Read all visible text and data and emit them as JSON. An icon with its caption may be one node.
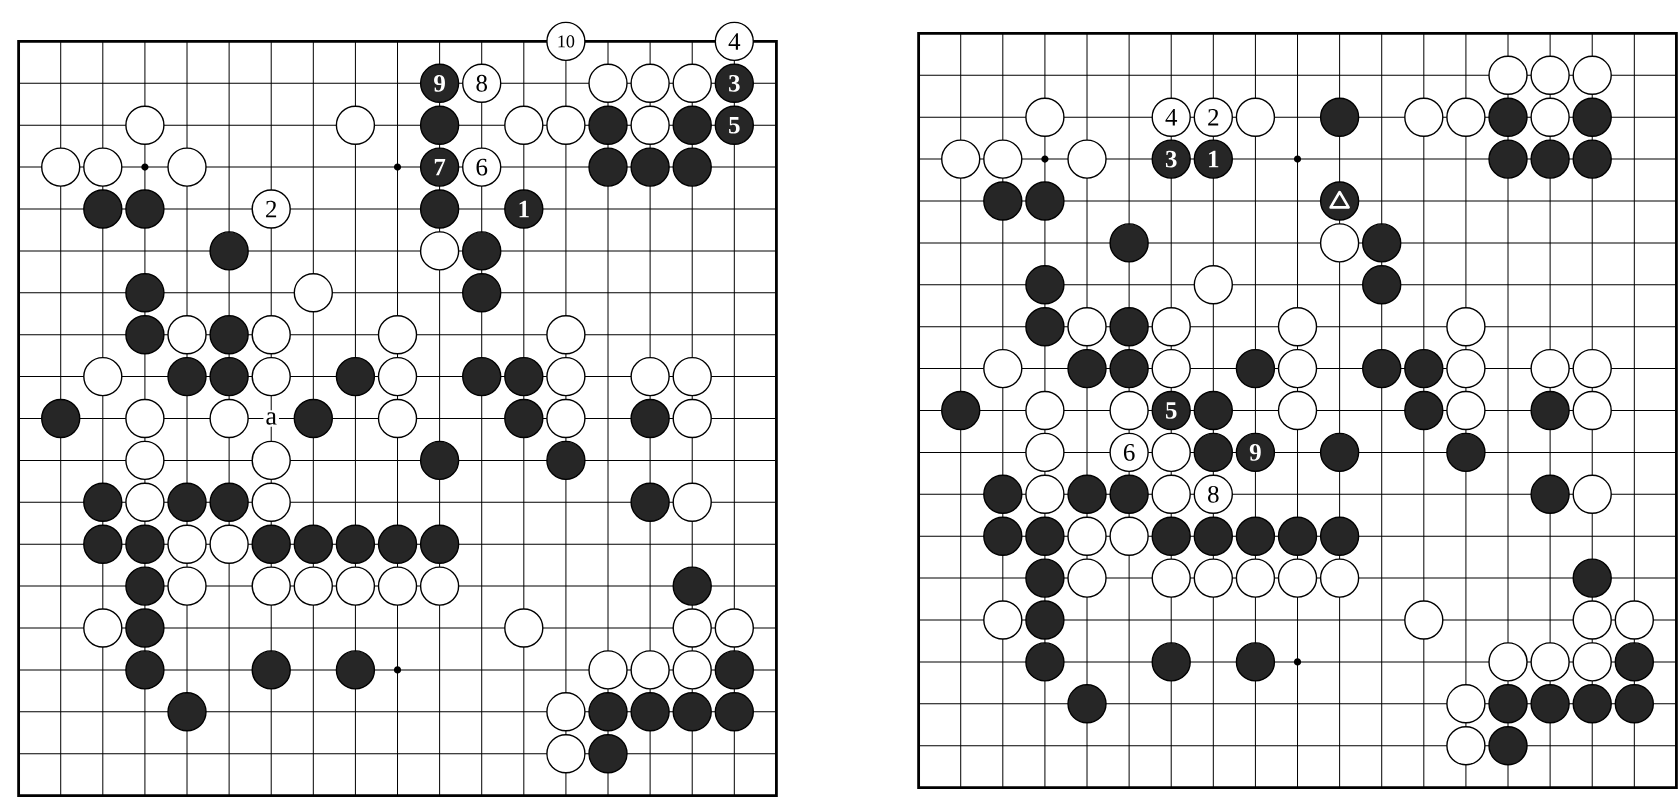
{
  "diagram": {
    "nodes": [
      {
        "text": [
          "10"
        ]
      },
      {
        "text": [
          "4"
        ]
      },
      {
        "text": [
          "9"
        ]
      },
      {
        "text": [
          "8"
        ]
      },
      {
        "text": [],
        "shape": "circle"
      },
      {
        "text": [],
        "shape": "circle"
      },
      {
        "text": [],
        "shape": "circle"
      },
      {
        "text": [
          "3"
        ]
      },
      {
        "text": [],
        "shape": "circle"
      },
      {
        "text": [],
        "shape": "circle"
      },
      {
        "text": [],
        "shape": "circle"
      },
      {
        "text": [],
        "shape": "circle"
      },
      {
        "text": [],
        "shape": "circle"
      },
      {
        "text": [],
        "shape": "circle"
      },
      {
        "text": [],
        "shape": "circle"
      },
      {
        "text": [],
        "shape": "circle"
      },
      {
        "text": [
          "5"
        ]
      },
      {
        "text": [],
        "shape": "circle"
      },
      {
        "text": [],
        "shape": "circle"
      },
      {
        "text": [],
        "shape": "circle"
      },
      {
        "text": [
          "7"
        ]
      },
      {
        "text": [
          "6"
        ]
      },
      {
        "text": [],
        "shape": "circle"
      },
      {
        "text": [],
        "shape": "circle"
      },
      {
        "text": [],
        "shape": "circle"
      },
      {
        "text": [],
        "shape": "circle"
      },
      {
        "text": [],
        "shape": "circle"
      },
      {
        "text": [
          "2"
        ]
      },
      {
        "text": [],
        "shape": "circle"
      },
      {
        "text": [
          "1"
        ]
      },
      {
        "text": [],
        "shape": "circle"
      },
      {
        "text": [],
        "shape": "circle"
      },
      {
        "text": [],
        "shape": "circle"
      },
      {
        "text": [],
        "shape": "circle"
      },
      {
        "text": [],
        "shape": "circle"
      },
      {
        "text": [],
        "shape": "circle"
      },
      {
        "text": [],
        "shape": "circle"
      },
      {
        "text": [],
        "shape": "circle"
      },
      {
        "text": [],
        "shape": "circle"
      },
      {
        "text": [],
        "shape": "circle"
      },
      {
        "text": [],
        "shape": "circle"
      },
      {
        "text": [],
        "shape": "circle"
      },
      {
        "text": [],
        "shape": "circle"
      },
      {
        "text": [],
        "shape": "circle"
      },
      {
        "text": [],
        "shape": "circle"
      },
      {
        "text": [],
        "shape": "circle"
      },
      {
        "text": [],
        "shape": "circle"
      },
      {
        "text": [],
        "shape": "circle"
      },
      {
        "text": [],
        "shape": "circle"
      },
      {
        "text": [],
        "shape": "circle"
      },
      {
        "text": [],
        "shape": "circle"
      },
      {
        "text": [],
        "shape": "circle"
      },
      {
        "text": [],
        "shape": "circle"
      },
      {
        "text": [],
        "shape": "circle"
      },
      {
        "text": [],
        "shape": "circle"
      },
      {
        "text": [],
        "shape": "circle"
      },
      {
        "text": [],
        "shape": "circle"
      },
      {
        "text": [],
        "shape": "circle"
      },
      {
        "text": [],
        "shape": "circle"
      },
      {
        "text": [],
        "shape": "circle"
      },
      {
        "text": [],
        "shape": "circle"
      },
      {
        "text": [],
        "shape": "circle"
      },
      {
        "text": [],
        "shape": "circle"
      },
      {
        "text": [],
        "shape": "circle"
      },
      {
        "text": [],
        "shape": "circle"
      },
      {
        "text": [],
        "shape": "circle"
      },
      {
        "text": [],
        "shape": "circle"
      },
      {
        "text": [],
        "shape": "circle"
      },
      {
        "text": [],
        "shape": "circle"
      },
      {
        "text": [],
        "shape": "circle"
      },
      {
        "text": [],
        "shape": "circle"
      },
      {
        "text": [],
        "shape": "circle"
      },
      {
        "text": [],
        "shape": "circle"
      },
      {
        "text": [],
        "shape": "circle"
      },
      {
        "text": [],
        "shape": "circle"
      },
      {
        "text": [],
        "shape": "circle"
      },
      {
        "text": [],
        "shape": "circle"
      },
      {
        "text": [],
        "shape": "circle"
      },
      {
        "text": [],
        "shape": "circle"
      },
      {
        "text": [],
        "shape": "circle"
      },
      {
        "text": [],
        "shape": "circle"
      },
      {
        "text": [],
        "shape": "circle"
      },
      {
        "text": [],
        "shape": "circle"
      },
      {
        "text": [],
        "shape": "circle"
      },
      {
        "text": [],
        "shape": "circle"
      },
      {
        "text": [],
        "shape": "circle"
      },
      {
        "text": [],
        "shape": "circle"
      },
      {
        "text": [],
        "shape": "circle"
      },
      {
        "text": [],
        "shape": "circle"
      },
      {
        "text": [],
        "shape": "circle"
      },
      {
        "text": [],
        "shape": "circle"
      },
      {
        "text": [],
        "shape": "circle"
      },
      {
        "text": [],
        "shape": "circle"
      },
      {
        "text": [],
        "shape": "circle"
      },
      {
        "text": [],
        "shape": "circle"
      },
      {
        "text": [],
        "shape": "circle"
      },
      {
        "text": [],
        "shape": "circle"
      },
      {
        "text": [],
        "shape": "circle"
      },
      {
        "text": [],
        "shape": "circle"
      },
      {
        "text": [],
        "shape": "circle"
      },
      {
        "text": [],
        "shape": "circle"
      },
      {
        "text": [],
        "shape": "circle"
      },
      {
        "text": [],
        "shape": "circle"
      },
      {
        "text": [],
        "shape": "circle"
      },
      {
        "text": [],
        "shape": "circle"
      },
      {
        "text": [],
        "shape": "circle"
      },
      {
        "text": [],
        "shape": "circle"
      },
      {
        "text": [],
        "shape": "circle"
      },
      {
        "text": [],
        "shape": "circle"
      },
      {
        "text": [],
        "shape": "circle"
      },
      {
        "text": [],
        "shape": "circle"
      },
      {
        "text": [],
        "shape": "circle"
      },
      {
        "text": [],
        "shape": "circle"
      },
      {
        "text": [],
        "shape": "circle"
      },
      {
        "text": [
          "4"
        ]
      },
      {
        "text": [
          "2"
        ]
      },
      {
        "text": [],
        "shape": "circle"
      },
      {
        "text": [],
        "shape": "circle"
      },
      {
        "text": [],
        "shape": "circle"
      },
      {
        "text": [],
        "shape": "circle"
      },
      {
        "text": [],
        "shape": "circle"
      },
      {
        "text": [],
        "shape": "circle"
      },
      {
        "text": [],
        "shape": "circle"
      },
      {
        "text": [],
        "shape": "circle"
      },
      {
        "text": [],
        "shape": "circle"
      },
      {
        "text": [],
        "shape": "circle"
      },
      {
        "text": [
          "3"
        ]
      },
      {
        "text": [
          "1"
        ]
      },
      {
        "text": [],
        "shape": "circle"
      },
      {
        "text": [],
        "shape": "circle"
      },
      {
        "text": [],
        "shape": "circle"
      },
      {
        "text": [],
        "shape": "circle"
      },
      {
        "text": [],
        "shape": "circle"
      },
      {
        "text": [],
        "shape": "circle"
      },
      {
        "text": [],
        "shape": "circle"
      },
      {
        "text": [],
        "shape": "circle"
      },
      {
        "text": [],
        "shape": "circle"
      },
      {
        "text": [],
        "shape": "circle"
      },
      {
        "text": [],
        "shape": "circle"
      },
      {
        "text": [],
        "shape": "circle"
      },
      {
        "text": [],
        "shape": "circle"
      },
      {
        "text": [],
        "shape": "circle"
      },
      {
        "text": [],
        "shape": "circle"
      },
      {
        "text": [],
        "shape": "circle"
      },
      {
        "text": [],
        "shape": "circle"
      },
      {
        "text": [],
        "shape": "circle"
      },
      {
        "text": [],
        "shape": "circle"
      },
      {
        "text": [],
        "shape": "circle"
      },
      {
        "text": [],
        "shape": "circle"
      },
      {
        "text": [],
        "shape": "circle"
      },
      {
        "text": [],
        "shape": "circle"
      },
      {
        "text": [],
        "shape": "circle"
      },
      {
        "text": [],
        "shape": "circle"
      },
      {
        "text": [],
        "shape": "circle"
      },
      {
        "text": [],
        "shape": "circle"
      },
      {
        "text": [],
        "shape": "circle"
      },
      {
        "text": [],
        "shape": "circle"
      },
      {
        "text": [],
        "shape": "circle"
      },
      {
        "text": [],
        "shape": "circle"
      },
      {
        "text": [],
        "shape": "circle"
      },
      {
        "text": [
          "5"
        ]
      },
      {
        "text": [],
        "shape": "circle"
      },
      {
        "text": [],
        "shape": "circle"
      },
      {
        "text": [],
        "shape": "circle"
      },
      {
        "text": [],
        "shape": "circle"
      },
      {
        "text": [],
        "shape": "circle"
      },
      {
        "text": [],
        "shape": "circle"
      },
      {
        "text": [],
        "shape": "circle"
      },
      {
        "text": [
          "6"
        ]
      },
      {
        "text": [],
        "shape": "circle"
      },
      {
        "text": [],
        "shape": "circle"
      },
      {
        "text": [
          "9"
        ]
      },
      {
        "text": [],
        "shape": "circle"
      },
      {
        "text": [],
        "shape": "circle"
      },
      {
        "text": [],
        "shape": "circle"
      },
      {
        "text": [],
        "shape": "circle"
      },
      {
        "text": [],
        "shape": "circle"
      },
      {
        "text": [],
        "shape": "circle"
      },
      {
        "text": [],
        "shape": "circle"
      },
      {
        "text": [
          "8"
        ]
      },
      {
        "text": [],
        "shape": "circle"
      },
      {
        "text": [],
        "shape": "circle"
      },
      {
        "text": [],
        "shape": "circle"
      },
      {
        "text": [],
        "shape": "circle"
      },
      {
        "text": [],
        "shape": "circle"
      },
      {
        "text": [],
        "shape": "circle"
      },
      {
        "text": [],
        "shape": "circle"
      },
      {
        "text": [],
        "shape": "circle"
      },
      {
        "text": [],
        "shape": "circle"
      },
      {
        "text": [],
        "shape": "circle"
      },
      {
        "text": [],
        "shape": "circle"
      },
      {
        "text": [],
        "shape": "circle"
      },
      {
        "text": [],
        "shape": "circle"
      },
      {
        "text": [],
        "shape": "circle"
      },
      {
        "text": [],
        "shape": "circle"
      },
      {
        "text": [],
        "shape": "circle"
      },
      {
        "text": [],
        "shape": "circle"
      },
      {
        "text": [],
        "shape": "circle"
      },
      {
        "text": [],
        "shape": "circle"
      },
      {
        "text": [],
        "shape": "circle"
      },
      {
        "text": [],
        "shape": "circle"
      },
      {
        "text": [],
        "shape": "circle"
      },
      {
        "text": [],
        "shape": "circle"
      },
      {
        "text": [],
        "shape": "circle"
      },
      {
        "text": [],
        "shape": "circle"
      },
      {
        "text": [],
        "shape": "circle"
      },
      {
        "text": [],
        "shape": "circle"
      },
      {
        "text": [],
        "shape": "circle"
      },
      {
        "text": [],
        "shape": "circle"
      },
      {
        "text": [],
        "shape": "circle"
      },
      {
        "text": [],
        "shape": "circle"
      },
      {
        "text": [],
        "shape": "circle"
      },
      {
        "text": [],
        "shape": "circle"
      },
      {
        "text": [],
        "shape": "circle"
      },
      {
        "text": [],
        "shape": "circle"
      },
      {
        "text": [],
        "shape": "circle"
      },
      {
        "text": [],
        "shape": "circle"
      },
      {
        "text": [],
        "shape": "circle"
      },
      {
        "text": [],
        "shape": "circle"
      }
    ],
    "labels": [
      "a"
    ]
  }
}
